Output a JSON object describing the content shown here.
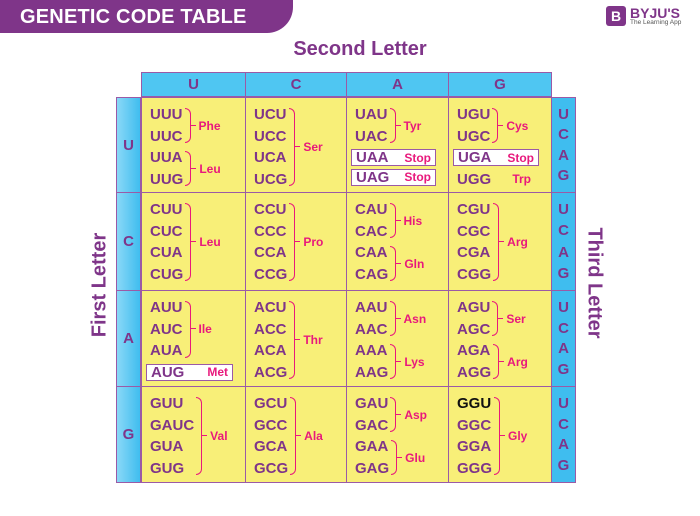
{
  "title": "GENETIC CODE TABLE",
  "logo": {
    "mark": "B",
    "name": "BYJU'S",
    "tagline": "The Learning App"
  },
  "labels": {
    "second": "Second Letter",
    "first": "First Letter",
    "third": "Third Letter"
  },
  "bases": [
    "U",
    "C",
    "A",
    "G"
  ],
  "colors": {
    "header": "#4fc6f2",
    "cell": "#f8ef78",
    "codon": "#7f3589",
    "amino_acid": "#e8197c",
    "banner": "#7f3589"
  },
  "rows": [
    {
      "first": "U",
      "cells": [
        [
          {
            "type": "group",
            "codons": [
              "UUU",
              "UUC"
            ],
            "aa": "Phe"
          },
          {
            "type": "group",
            "codons": [
              "UUA",
              "UUG"
            ],
            "aa": "Leu"
          }
        ],
        [
          {
            "type": "group",
            "codons": [
              "UCU",
              "UCC",
              "UCA",
              "UCG"
            ],
            "aa": "Ser"
          }
        ],
        [
          {
            "type": "group",
            "codons": [
              "UAU",
              "UAC"
            ],
            "aa": "Tyr"
          },
          {
            "type": "box",
            "codon": "UAA",
            "aa": "Stop"
          },
          {
            "type": "box",
            "codon": "UAG",
            "aa": "Stop"
          }
        ],
        [
          {
            "type": "group",
            "codons": [
              "UGU",
              "UGC"
            ],
            "aa": "Cys"
          },
          {
            "type": "box",
            "codon": "UGA",
            "aa": "Stop"
          },
          {
            "type": "single",
            "codon": "UGG",
            "aa": "Trp"
          }
        ]
      ]
    },
    {
      "first": "C",
      "cells": [
        [
          {
            "type": "group",
            "codons": [
              "CUU",
              "CUC",
              "CUA",
              "CUG"
            ],
            "aa": "Leu"
          }
        ],
        [
          {
            "type": "group",
            "codons": [
              "CCU",
              "CCC",
              "CCA",
              "CCG"
            ],
            "aa": "Pro"
          }
        ],
        [
          {
            "type": "group",
            "codons": [
              "CAU",
              "CAC"
            ],
            "aa": "His"
          },
          {
            "type": "group",
            "codons": [
              "CAA",
              "CAG"
            ],
            "aa": "Gln"
          }
        ],
        [
          {
            "type": "group",
            "codons": [
              "CGU",
              "CGC",
              "CGA",
              "CGG"
            ],
            "aa": "Arg"
          }
        ]
      ]
    },
    {
      "first": "A",
      "cells": [
        [
          {
            "type": "group",
            "codons": [
              "AUU",
              "AUC",
              "AUA"
            ],
            "aa": "Ile"
          },
          {
            "type": "box",
            "codon": "AUG",
            "aa": "Met"
          }
        ],
        [
          {
            "type": "group",
            "codons": [
              "ACU",
              "ACC",
              "ACA",
              "ACG"
            ],
            "aa": "Thr"
          }
        ],
        [
          {
            "type": "group",
            "codons": [
              "AAU",
              "AAC"
            ],
            "aa": "Asn"
          },
          {
            "type": "group",
            "codons": [
              "AAA",
              "AAG"
            ],
            "aa": "Lys"
          }
        ],
        [
          {
            "type": "group",
            "codons": [
              "AGU",
              "AGC"
            ],
            "aa": "Ser"
          },
          {
            "type": "group",
            "codons": [
              "AGA",
              "AGG"
            ],
            "aa": "Arg"
          }
        ]
      ]
    },
    {
      "first": "G",
      "cells": [
        [
          {
            "type": "group",
            "codons": [
              "GUU",
              "GAUC",
              "GUA",
              "GUG"
            ],
            "aa": "Val"
          }
        ],
        [
          {
            "type": "group",
            "codons": [
              "GCU",
              "GCC",
              "GCA",
              "GCG"
            ],
            "aa": "Ala"
          }
        ],
        [
          {
            "type": "group",
            "codons": [
              "GAU",
              "GAC"
            ],
            "aa": "Asp"
          },
          {
            "type": "group",
            "codons": [
              "GAA",
              "GAG"
            ],
            "aa": "Glu"
          }
        ],
        [
          {
            "type": "group",
            "codons": [
              "GGU",
              "GGC",
              "GGA",
              "GGG"
            ],
            "aa": "Gly",
            "highlight": "GGU"
          }
        ]
      ]
    }
  ]
}
